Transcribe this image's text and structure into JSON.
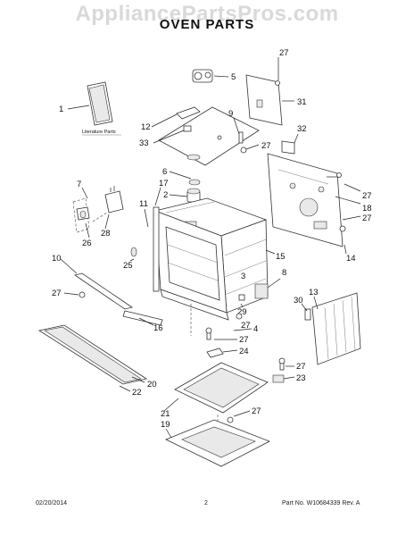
{
  "watermark": "AppliancePartsPros.com",
  "title": "OVEN PARTS",
  "literature_label": "Literature Parts",
  "footer": {
    "date": "02/20/2014",
    "page": "2",
    "part_info": "Part No.  W10684339  Rev. A"
  },
  "callouts": [
    "1",
    "2",
    "3",
    "4",
    "5",
    "6",
    "7",
    "8",
    "9",
    "10",
    "11",
    "12",
    "13",
    "14",
    "15",
    "16",
    "17",
    "18",
    "19",
    "20",
    "21",
    "22",
    "23",
    "24",
    "25",
    "26",
    "27",
    "28",
    "29",
    "30",
    "31",
    "32",
    "33"
  ]
}
